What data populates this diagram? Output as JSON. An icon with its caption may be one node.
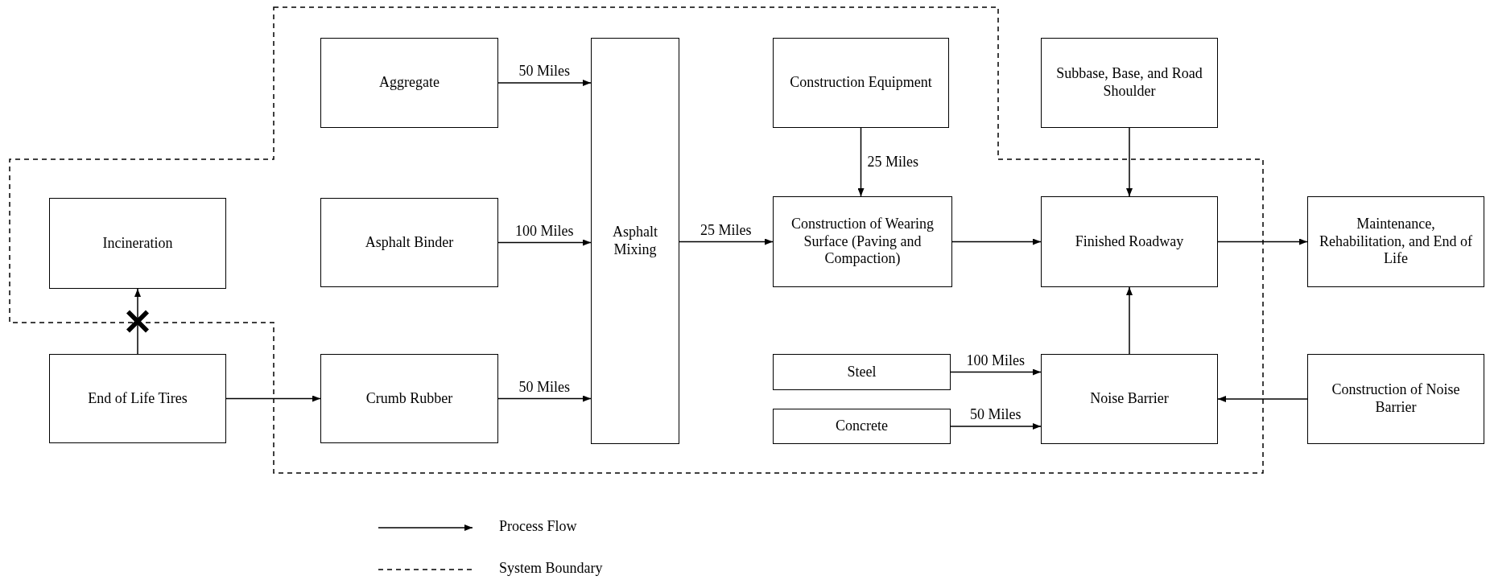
{
  "diagram": {
    "nodes": [
      {
        "text": [
          "Incineration"
        ]
      },
      {
        "text": [
          "End of Life Tires"
        ]
      },
      {
        "text": [
          "Aggregate"
        ]
      },
      {
        "text": [
          "Asphalt Binder"
        ]
      },
      {
        "text": [
          "Crumb Rubber"
        ]
      },
      {
        "text": [
          "Asphalt Mixing"
        ]
      },
      {
        "text": [
          "Construction Equipment"
        ]
      },
      {
        "text": [
          "Construction of Wearing Surface (Paving and Compaction)"
        ]
      },
      {
        "text": [
          "Subbase, Base, and Road Shoulder"
        ]
      },
      {
        "text": [
          "Finished Roadway"
        ]
      },
      {
        "text": [
          "Maintenance, Rehabilitation, and End of Life"
        ]
      },
      {
        "text": [
          "Steel"
        ]
      },
      {
        "text": [
          "Concrete"
        ]
      },
      {
        "text": [
          "Noise Barrier"
        ]
      },
      {
        "text": [
          "Construction of Noise Barrier"
        ]
      }
    ],
    "edges": [
      {
        "from": 1,
        "to": 0,
        "arrow": "to"
      },
      {
        "from": 1,
        "to": 4,
        "arrow": "to"
      },
      {
        "from": 2,
        "to": 5,
        "arrow": "to",
        "label": "50 Miles"
      },
      {
        "from": 3,
        "to": 5,
        "arrow": "to",
        "label": "100 Miles"
      },
      {
        "from": 4,
        "to": 5,
        "arrow": "to",
        "label": "50 Miles"
      },
      {
        "from": 5,
        "to": 7,
        "arrow": "to",
        "label": "25 Miles"
      },
      {
        "from": 6,
        "to": 7,
        "arrow": "to",
        "label": "25 Miles"
      },
      {
        "from": 7,
        "to": 9,
        "arrow": "to"
      },
      {
        "from": 8,
        "to": 9,
        "arrow": "to"
      },
      {
        "from": 9,
        "to": 10,
        "arrow": "to"
      },
      {
        "from": 13,
        "to": 9,
        "arrow": "to"
      },
      {
        "from": 11,
        "to": 13,
        "arrow": "to",
        "label": "100 Miles"
      },
      {
        "from": 12,
        "to": 13,
        "arrow": "to",
        "label": "50 Miles"
      },
      {
        "from": 14,
        "to": 13,
        "arrow": "to"
      }
    ],
    "legend": [
      {
        "text": "Process Flow"
      },
      {
        "text": "System Boundary"
      }
    ]
  }
}
